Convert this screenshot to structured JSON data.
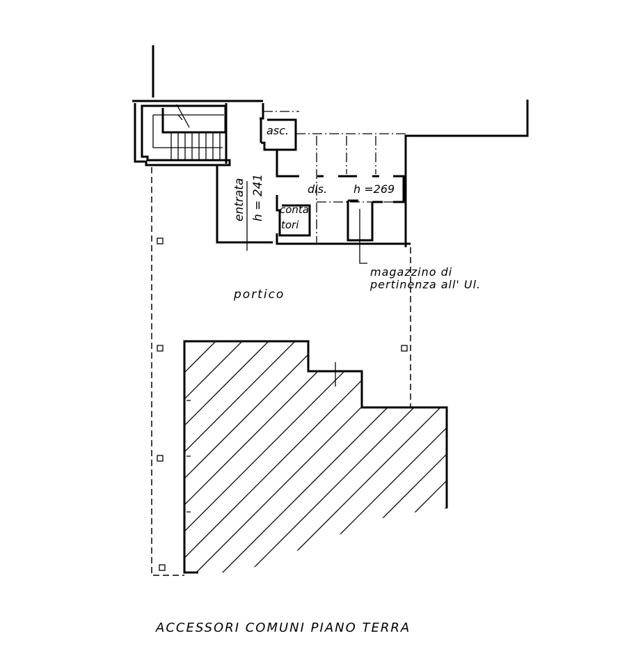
{
  "title": "ACCESSORI COMUNI PIANO TERRA",
  "rooms": {
    "entrance": "entrata",
    "entrance_height": "h = 241",
    "elevator": "asc.",
    "corridor": "dis.",
    "corridor_height": "h =269",
    "meters_line1": "conta",
    "meters_line2": "tori",
    "storage_line1": "magazzino di",
    "storage_line2": "pertinenza all' Ul.",
    "porch": "portico"
  }
}
